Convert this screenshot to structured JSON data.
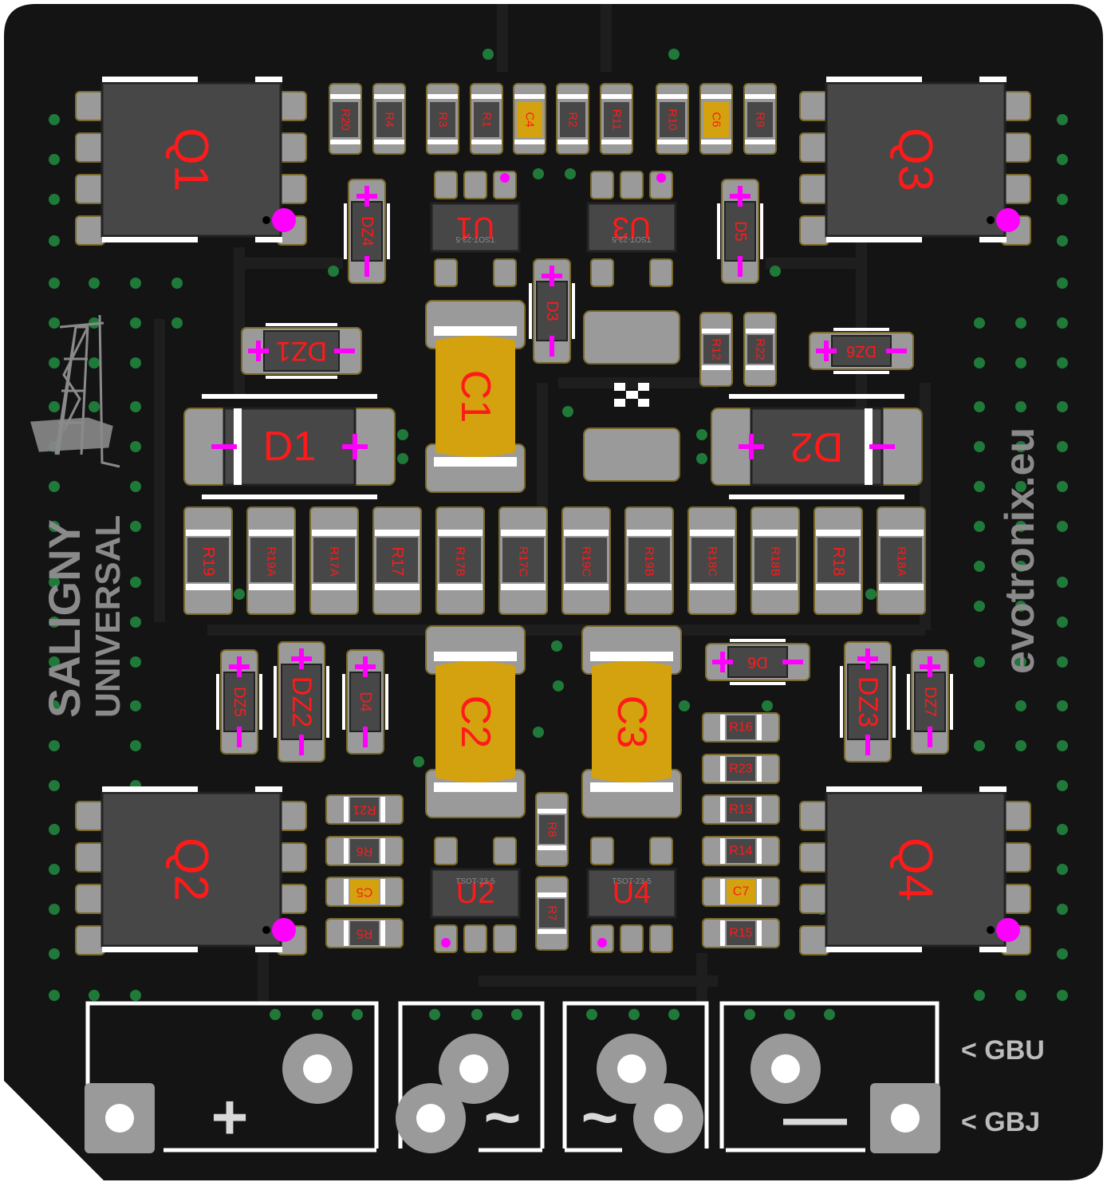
{
  "board": {
    "brand_vertical": "SALIGNY",
    "subtitle_vertical": "UNIVERSAL",
    "website": "evotronix.eu",
    "connector_hint_top": "< GBU",
    "connector_hint_bottom": "< GBJ"
  },
  "terminals": {
    "plus": "+",
    "ac1": "~",
    "ac2": "~",
    "minus": "—"
  },
  "mosfets": [
    "Q1",
    "Q2",
    "Q3",
    "Q4"
  ],
  "capacitors_large": [
    "C1",
    "C2",
    "C3"
  ],
  "diodes_large": [
    "D1",
    "D2"
  ],
  "ics": [
    "U1",
    "U2",
    "U3",
    "U4"
  ],
  "top_resistors": [
    "R20",
    "R4",
    "R3",
    "R1",
    "C4",
    "R2",
    "R11",
    "R10",
    "C6",
    "R9"
  ],
  "middle_resistors": [
    "R19",
    "R19A",
    "R17A",
    "R17",
    "R17B",
    "R17C",
    "R19C",
    "R19B",
    "R18C",
    "R18B",
    "R18",
    "R18A"
  ],
  "zeners": [
    "DZ1",
    "DZ2",
    "DZ3",
    "DZ4",
    "DZ5",
    "DZ6",
    "DZ7",
    "D3",
    "D4",
    "D5",
    "D6"
  ],
  "left_lower_parts": [
    "R21",
    "R6",
    "C5",
    "R5"
  ],
  "right_lower_parts": [
    "R16",
    "R23",
    "R13",
    "R14",
    "C7",
    "R15"
  ],
  "center_misc": [
    "R8",
    "R7",
    "R12",
    "R22"
  ],
  "ic_package": "TSOT-23-5",
  "colors": {
    "board": "#141414",
    "pad": "#9a9a9a",
    "component": "#474747",
    "cap_body": "#d4a20e",
    "refdes": "#ff1a1a",
    "pin1_marker": "#ff00ff",
    "via": "#1f7a3a"
  }
}
